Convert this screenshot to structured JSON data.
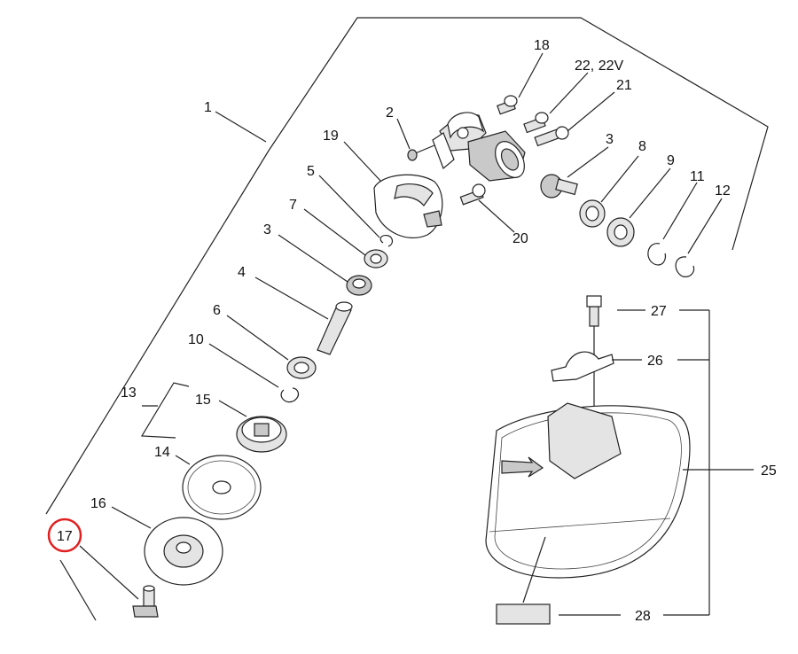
{
  "diagram": {
    "labels": [
      {
        "id": "1",
        "text": "1"
      },
      {
        "id": "2",
        "text": "2"
      },
      {
        "id": "3a",
        "text": "3"
      },
      {
        "id": "3b",
        "text": "3"
      },
      {
        "id": "4",
        "text": "4"
      },
      {
        "id": "5",
        "text": "5"
      },
      {
        "id": "6",
        "text": "6"
      },
      {
        "id": "7",
        "text": "7"
      },
      {
        "id": "8",
        "text": "8"
      },
      {
        "id": "9",
        "text": "9"
      },
      {
        "id": "10",
        "text": "10"
      },
      {
        "id": "11",
        "text": "11"
      },
      {
        "id": "12",
        "text": "12"
      },
      {
        "id": "13",
        "text": "13"
      },
      {
        "id": "14",
        "text": "14"
      },
      {
        "id": "15",
        "text": "15"
      },
      {
        "id": "16",
        "text": "16"
      },
      {
        "id": "17",
        "text": "17"
      },
      {
        "id": "18",
        "text": "18"
      },
      {
        "id": "19",
        "text": "19"
      },
      {
        "id": "20",
        "text": "20"
      },
      {
        "id": "21",
        "text": "21"
      },
      {
        "id": "22",
        "text": "22, 22V"
      },
      {
        "id": "25",
        "text": "25"
      },
      {
        "id": "26",
        "text": "26"
      },
      {
        "id": "27",
        "text": "27"
      },
      {
        "id": "28",
        "text": "28"
      }
    ],
    "highlighted_label": "17",
    "highlight_color": "#e02020",
    "line_color": "#222222"
  }
}
